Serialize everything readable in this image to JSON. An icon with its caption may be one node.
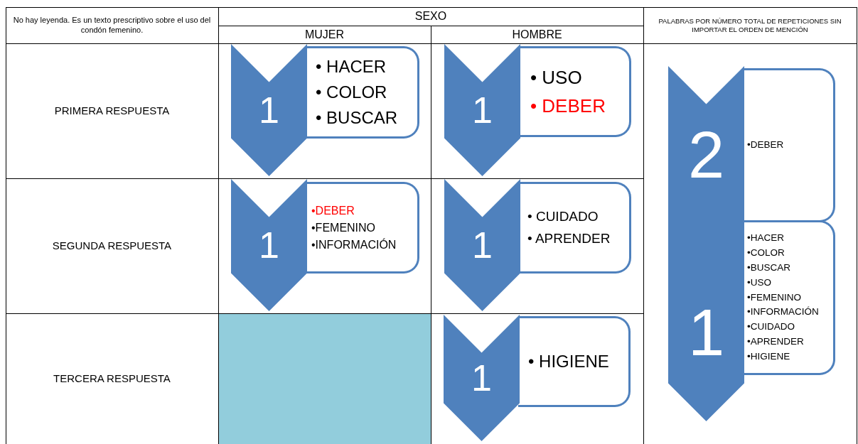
{
  "diagram": {
    "nodes": [
      {
        "text": [
          "1"
        ]
      },
      {
        "text": [
          "• HACER",
          "• COLOR",
          "• BUSCAR"
        ]
      },
      {
        "text": [
          "1"
        ]
      },
      {
        "text": [
          "• USO",
          "• DEBER"
        ]
      },
      {
        "text": [
          "1"
        ]
      },
      {
        "text": [
          "•DEBER",
          "•FEMENINO",
          "•INFORMACIÓN"
        ]
      },
      {
        "text": [
          "1"
        ]
      },
      {
        "text": [
          "• CUIDADO",
          "• APRENDER"
        ]
      },
      {
        "text": [
          "1"
        ]
      },
      {
        "text": [
          "• HIGIENE"
        ]
      },
      {
        "text": [
          "2",
          "1"
        ]
      },
      {
        "text": [
          "•DEBER"
        ]
      },
      {
        "text": [
          "•HACER",
          "•COLOR",
          "•BUSCAR",
          "•USO",
          "•FEMENINO",
          "•INFORMACIÓN",
          "•CUIDADO",
          "•APRENDER",
          "•HIGIENE"
        ]
      }
    ],
    "labels": [
      "No hay leyenda. Es un texto prescriptivo sobre el uso del condón femenino.",
      "SEXO",
      "MUJER",
      "HOMBRE",
      "PALABRAS POR NÚMERO TOTAL DE REPETICIONES SIN IMPORTAR EL ORDEN DE MENCIÓN",
      "PRIMERA RESPUESTA",
      "SEGUNDA RESPUESTA",
      "TERCERA RESPUESTA"
    ]
  }
}
